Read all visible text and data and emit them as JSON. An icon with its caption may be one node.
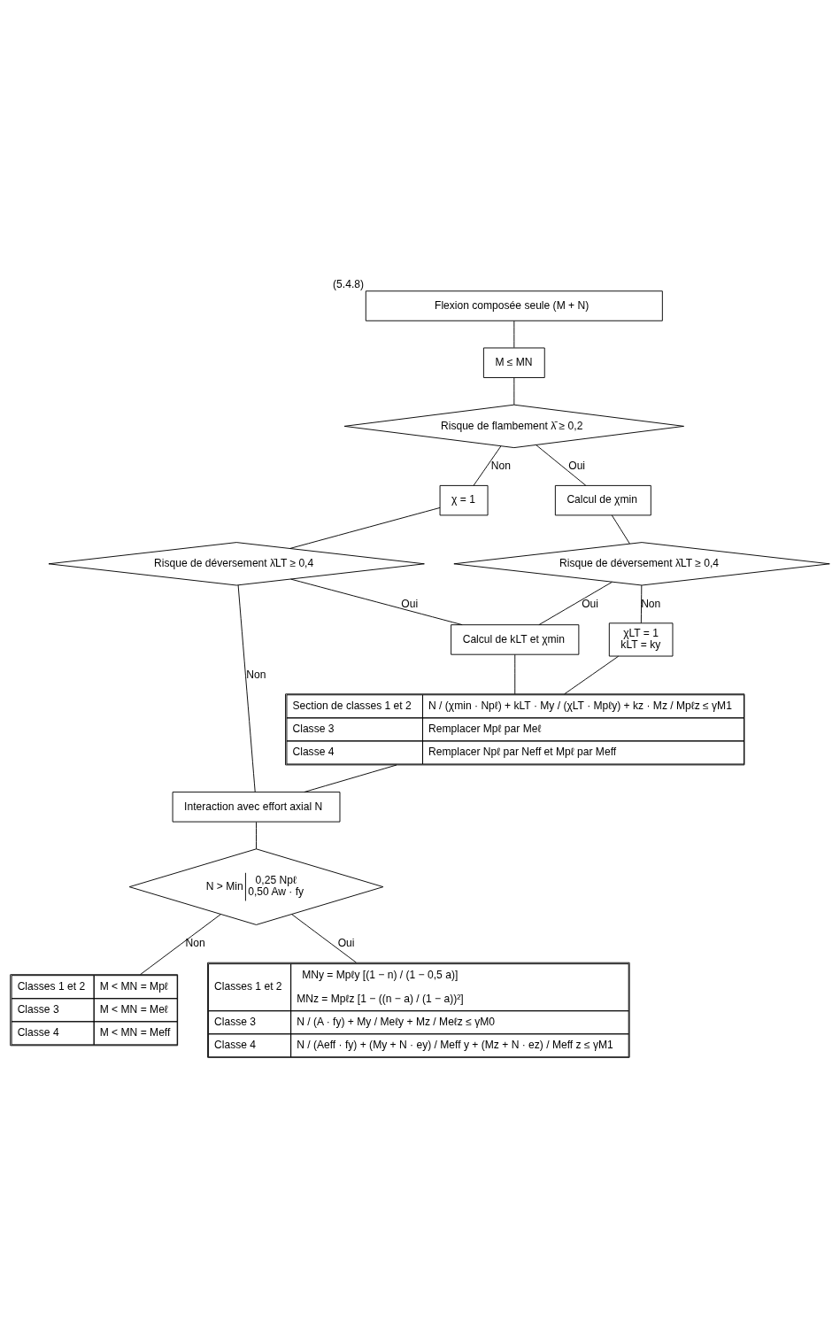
{
  "diagram": {
    "nodes": [
      {
        "text": [
          "Flexion composée seule (M + N)"
        ],
        "beside": [
          "(5.4.8)"
        ]
      },
      {
        "text": [
          "M ≤ MN"
        ]
      },
      {
        "text": [
          "Risque de flambement λ̄ ≥ 0,2"
        ]
      },
      {
        "text": [
          "χ = 1"
        ]
      },
      {
        "text": [
          "Calcul de χmin"
        ]
      },
      {
        "text": [
          "Risque de déversement λ̄LT ≥ 0,4"
        ]
      },
      {
        "text": [
          "Risque de déversement λ̄LT ≥ 0,4"
        ]
      },
      {
        "text": [
          "Calcul de kLT et χmin"
        ]
      },
      {
        "text": [
          "χLT = 1",
          "kLT = ky"
        ]
      },
      {
        "text": [
          "Section de classes 1 et 2",
          "N / (χmin · Npℓ) + kLT · My / (χLT · Mpℓy) + kz · Mz / Mpℓz ≤ γM1",
          "Classe 3",
          "Remplacer Mpℓ par Meℓ",
          "Classe 4",
          "Remplacer Npℓ par Neff et Mpℓ par Meff"
        ]
      },
      {
        "text": [
          "Interaction avec effort axial N"
        ]
      },
      {
        "text": [
          "N > Min",
          "0,25 Npℓ",
          "0,50 Aw · fy"
        ]
      },
      {
        "text": [
          "Classes 1 et 2",
          "M < MN = Mpℓ",
          "Classe 3",
          "M < MN = Meℓ",
          "Classe 4",
          "M < MN = Meff"
        ]
      },
      {
        "text": [
          "Classes 1 et 2",
          "MNy = Mpℓy [(1 − n) / (1 − 0,5 a)]",
          "MNz = Mpℓz [1 − ((n − a) / (1 − a))²]",
          "Classe 3",
          "N / (A · fy) + My / Meℓy + Mz / Meℓz ≤ γM0",
          "Classe 4",
          "N / (Aeff · fy) + (My + N · ey) / Meff y + (Mz + N · ez) / Meff z ≤ γM1"
        ]
      }
    ],
    "edges": [
      {
        "from": 0,
        "to": 1,
        "arrow": "none"
      },
      {
        "from": 1,
        "to": 2,
        "arrow": "none"
      },
      {
        "from": 2,
        "to": 3,
        "arrow": "none",
        "label": "Non"
      },
      {
        "from": 2,
        "to": 4,
        "arrow": "none",
        "label": "Oui"
      },
      {
        "from": 3,
        "to": 5,
        "arrow": "none"
      },
      {
        "from": 4,
        "to": 6,
        "arrow": "none"
      },
      {
        "from": 5,
        "to": 7,
        "arrow": "none",
        "label": "Oui"
      },
      {
        "from": 6,
        "to": 7,
        "arrow": "none",
        "label": "Oui"
      },
      {
        "from": 6,
        "to": 8,
        "arrow": "none",
        "label": "Non"
      },
      {
        "from": 5,
        "to": 10,
        "arrow": "none",
        "label": "Non"
      },
      {
        "from": 7,
        "to": 9,
        "arrow": "none"
      },
      {
        "from": 8,
        "to": 9,
        "arrow": "none"
      },
      {
        "from": 9,
        "to": 10,
        "arrow": "none"
      },
      {
        "from": 10,
        "to": 11,
        "arrow": "none"
      },
      {
        "from": 11,
        "to": 12,
        "arrow": "none",
        "label": "Non"
      },
      {
        "from": 11,
        "to": 13,
        "arrow": "none",
        "label": "Oui"
      }
    ]
  }
}
